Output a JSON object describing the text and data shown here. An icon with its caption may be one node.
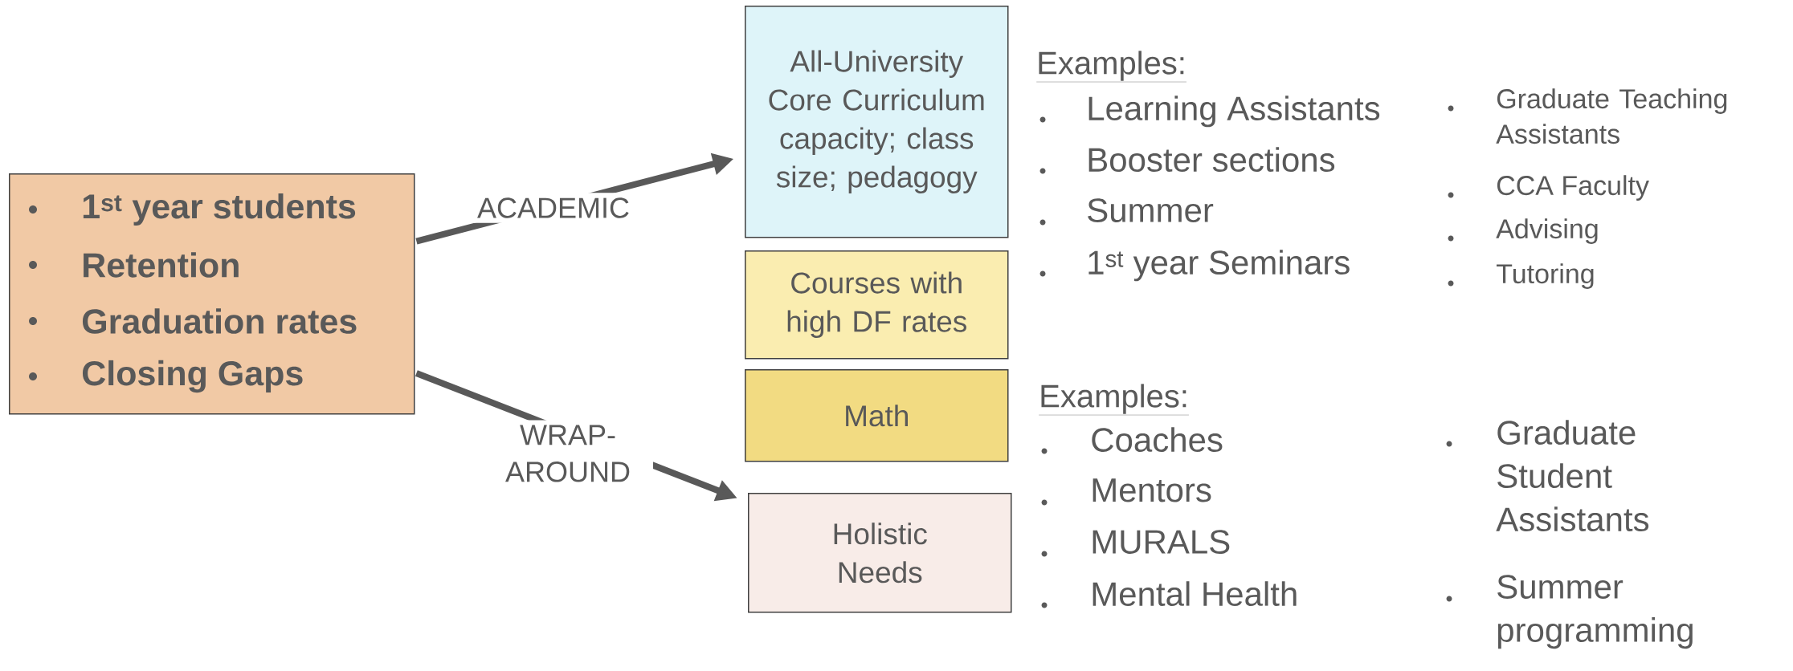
{
  "diagram": {
    "nodes": [
      {
        "text": [
          "1$^{st}$ year students",
          "Retention",
          "Graduation rates",
          "Closing Gaps"
        ]
      },
      {
        "text": [
          "All-University Core Curriculum capacity; class size; pedagogy"
        ]
      },
      {
        "text": [
          "Courses with high DF rates"
        ]
      },
      {
        "text": [
          "Math"
        ]
      },
      {
        "text": [
          "Holistic Needs"
        ]
      }
    ],
    "edges": [
      {
        "from": 0,
        "to": 1,
        "arrow": "to",
        "label": "ACADEMIC"
      },
      {
        "from": 0,
        "to": 4,
        "arrow": "to",
        "label": "WRAP-AROUND"
      }
    ],
    "labels": [
      "Examples:",
      "Learning Assistants",
      "Booster sections",
      "Summer",
      "1$^{st}$ year Seminars",
      "Graduate Teaching Assistants",
      "CCA Faculty",
      "Advising",
      "Tutoring",
      "Examples:",
      "Coaches",
      "Mentors",
      "MURALS",
      "Mental Health",
      "Graduate Student Assistants",
      "Summer programming"
    ]
  }
}
